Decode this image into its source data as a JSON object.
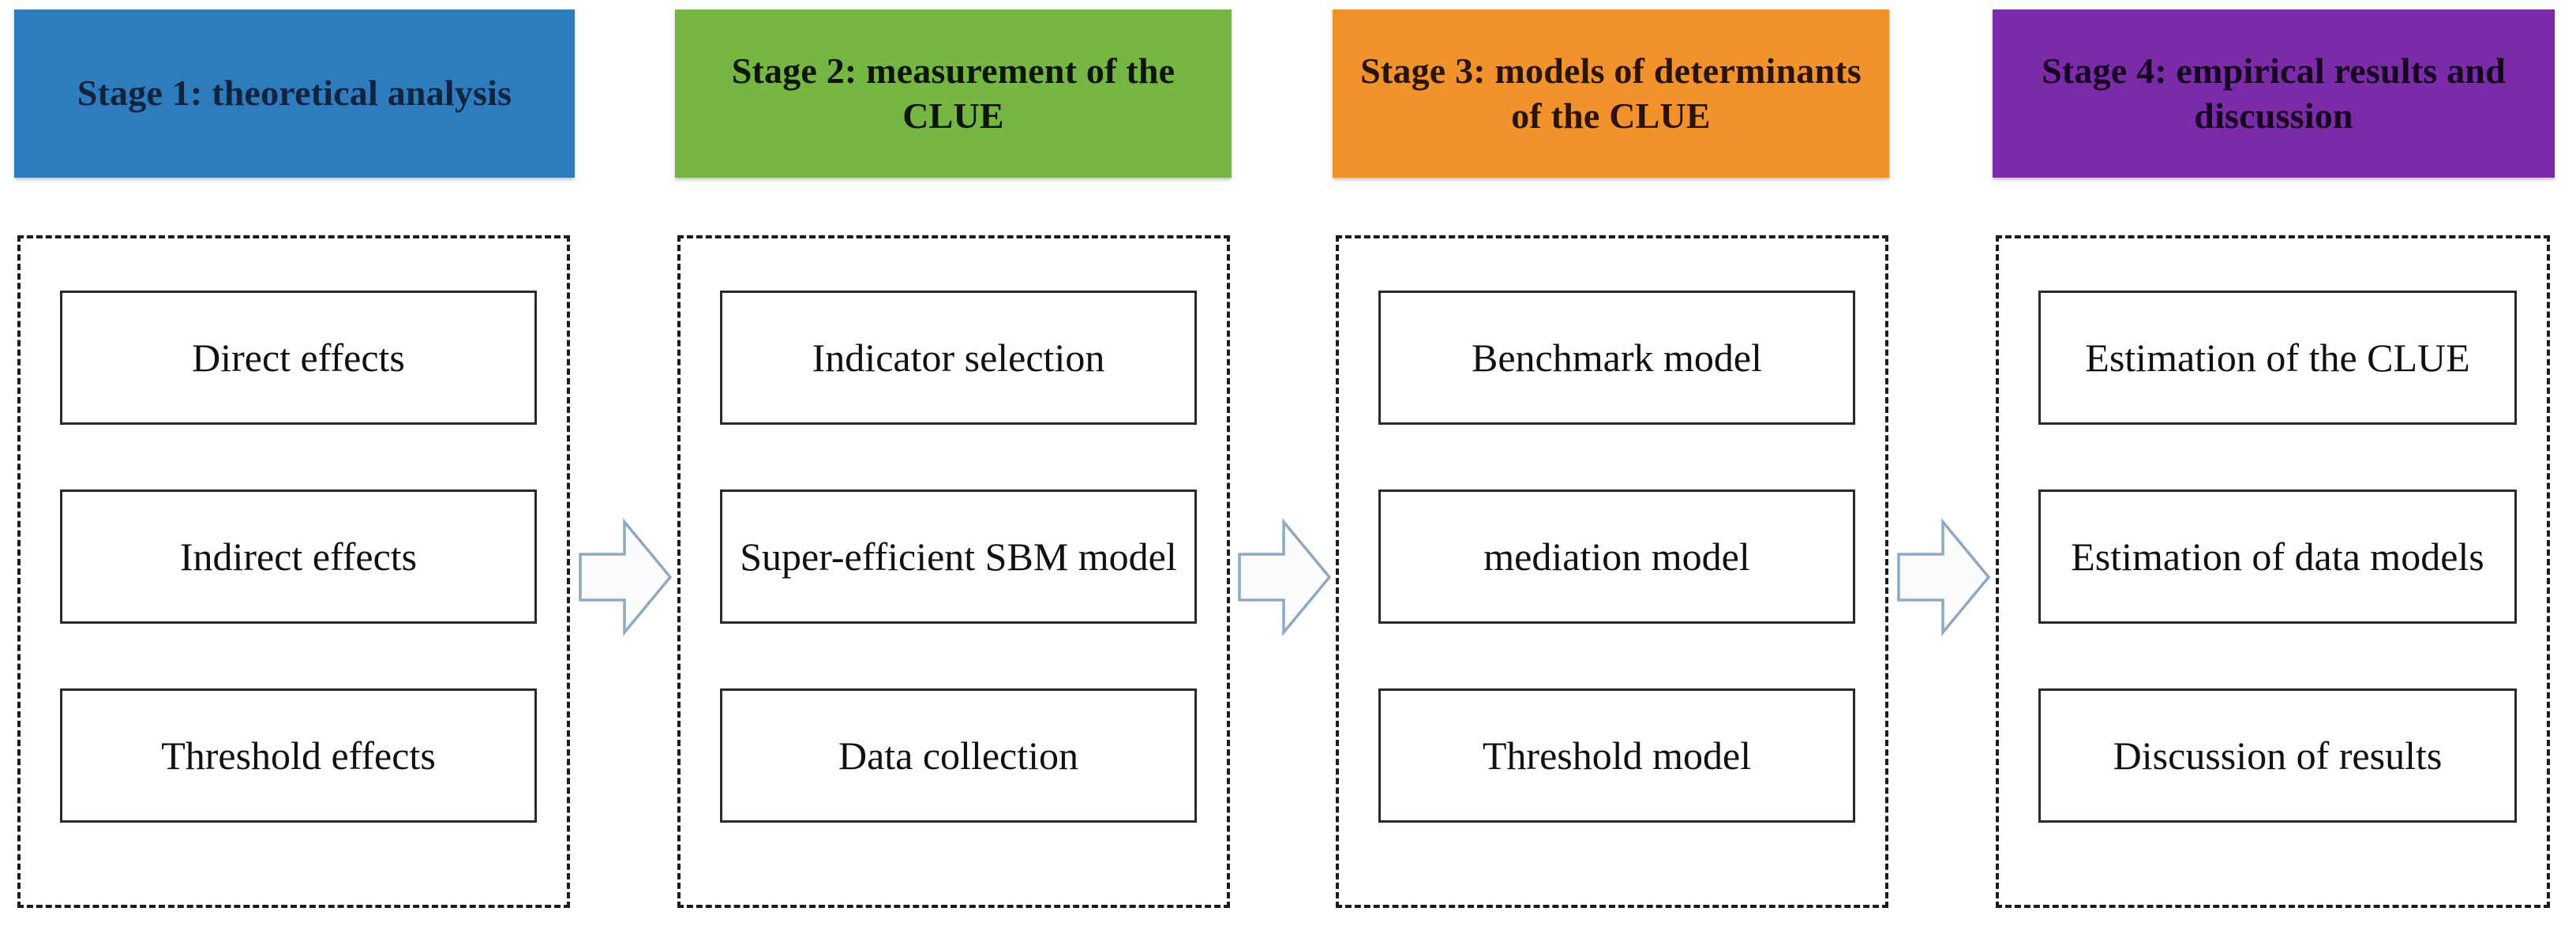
{
  "figure": {
    "type": "flowchart",
    "orientation": "left-to-right",
    "stage_count": 4,
    "connector_count": 3,
    "connector_icon": "block-right-arrow"
  },
  "stages": [
    {
      "header": "Stage 1: theoretical analysis",
      "header_color": "#2E7CBE",
      "header_text_color": "#10233f",
      "items": [
        "Direct effects",
        "Indirect effects",
        "Threshold effects"
      ]
    },
    {
      "header": "Stage 2: measurement of the CLUE",
      "header_color": "#76B743",
      "header_text_color": "#0d1505",
      "items": [
        "Indicator selection",
        "Super-efficient SBM model",
        "Data collection"
      ]
    },
    {
      "header": "Stage 3: models of determinants of the CLUE",
      "header_color": "#F2922D",
      "header_text_color": "#2a1405",
      "items": [
        "Benchmark  model",
        "mediation model",
        "Threshold model"
      ]
    },
    {
      "header": "Stage 4: empirical results and discussion",
      "header_color": "#7B2BA8",
      "header_text_color": "#160321",
      "items": [
        "Estimation of the CLUE",
        "Estimation of data models",
        "Discussion of results"
      ]
    }
  ],
  "connectors": [
    {
      "name": "arrow-stage1-to-stage2",
      "color": "#8fa9c4",
      "fill": "#fbfcfe"
    },
    {
      "name": "arrow-stage2-to-stage3",
      "color": "#8fa9c4",
      "fill": "#fbfcfe"
    },
    {
      "name": "arrow-stage3-to-stage4",
      "color": "#8fa9c4",
      "fill": "#fbfcfe"
    }
  ],
  "style": {
    "container_border": "#1b1b1b",
    "item_border": "#2a2a2a",
    "background": "#ffffff"
  }
}
